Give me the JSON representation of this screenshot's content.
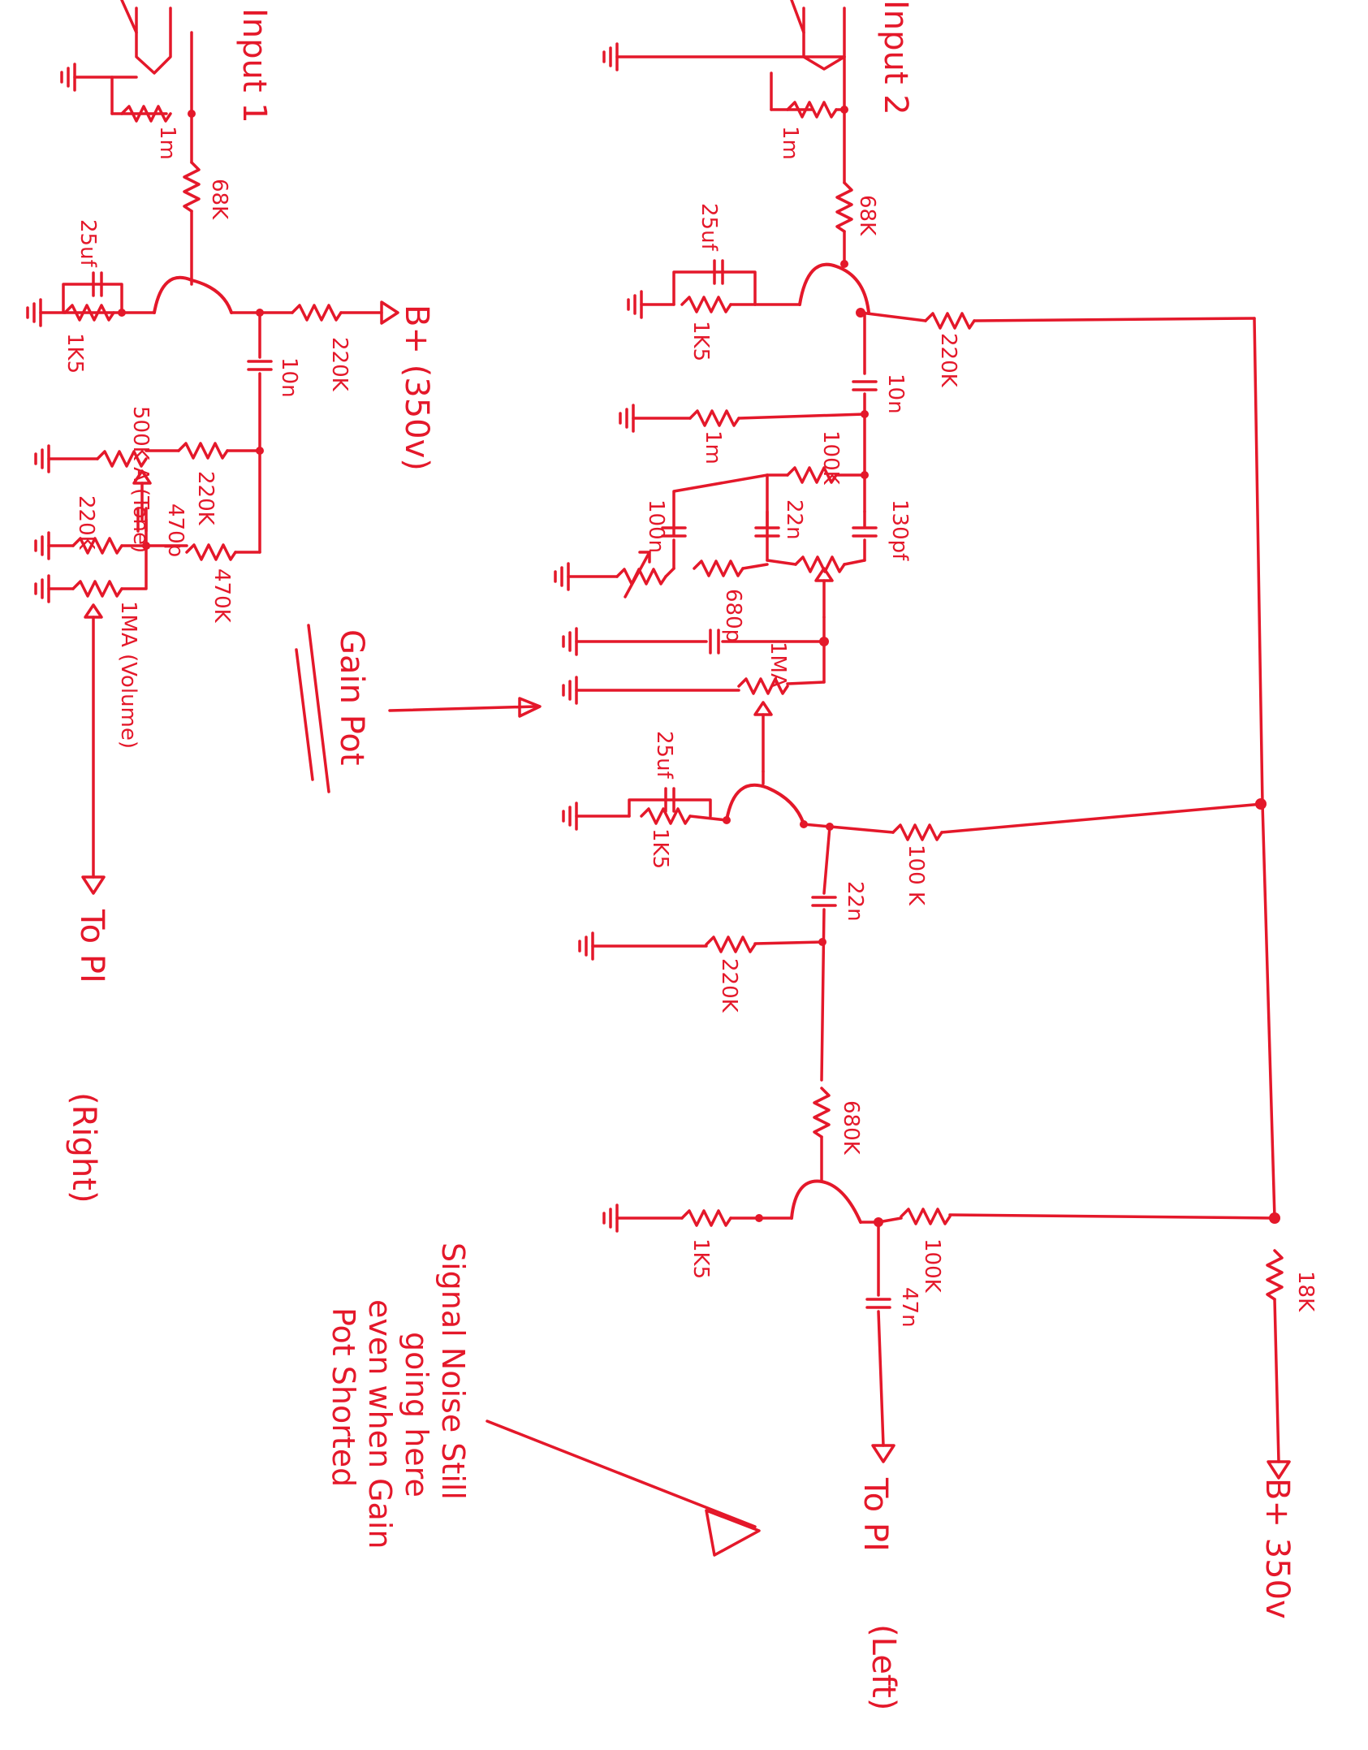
{
  "stage1": {
    "input_label": "Input 1",
    "r_grid": "1m",
    "r_grid_stopper": "68K",
    "c_cathode": "25uf",
    "r_cathode": "1K5",
    "r_plate": "220K",
    "bplus_label": "B+ (350v)",
    "c_coupling": "10n",
    "tone_pot": "500K A (Tone)",
    "r_220k": "220K",
    "r_220k_b": "220K",
    "c_470p": "470p",
    "r_470k": "470K",
    "vol_pot": "1MA (Volume)",
    "out_label": "To PI",
    "out_side": "(Right)"
  },
  "stage2": {
    "input_label": "Input 2",
    "r_grid": "1m",
    "r_grid_stopper": "68K",
    "c_cathode": "25uf",
    "r_cathode": "1K5",
    "r_plate": "220K",
    "c_coupling": "10n",
    "r_1m": "1m",
    "r_100k": "100K",
    "c_22n": "22n",
    "c_130p": "130pf",
    "c_100n": "100n",
    "c_680p": "680p",
    "gain_pot": "1MA",
    "gain_label": "Gain Pot"
  },
  "stage3": {
    "c_cathode": "25uf",
    "r_cathode": "1K5",
    "r_plate": "100 K",
    "c_coupling": "22n",
    "r_grid": "220K"
  },
  "stage4": {
    "r_grid_stopper": "680K",
    "r_cathode": "1K5",
    "r_plate": "100K",
    "c_out": "47n",
    "out_label": "To PI",
    "out_side": "(Left)"
  },
  "supply": {
    "r_dropping": "18K",
    "bplus_label": "B+ 350v"
  },
  "note": {
    "line1": "Signal Noise Still",
    "line2": "going here",
    "line3": "even when Gain",
    "line4": "Pot Shorted"
  },
  "colors": {
    "ink": "#e4182a",
    "paper": "#ffffff"
  }
}
